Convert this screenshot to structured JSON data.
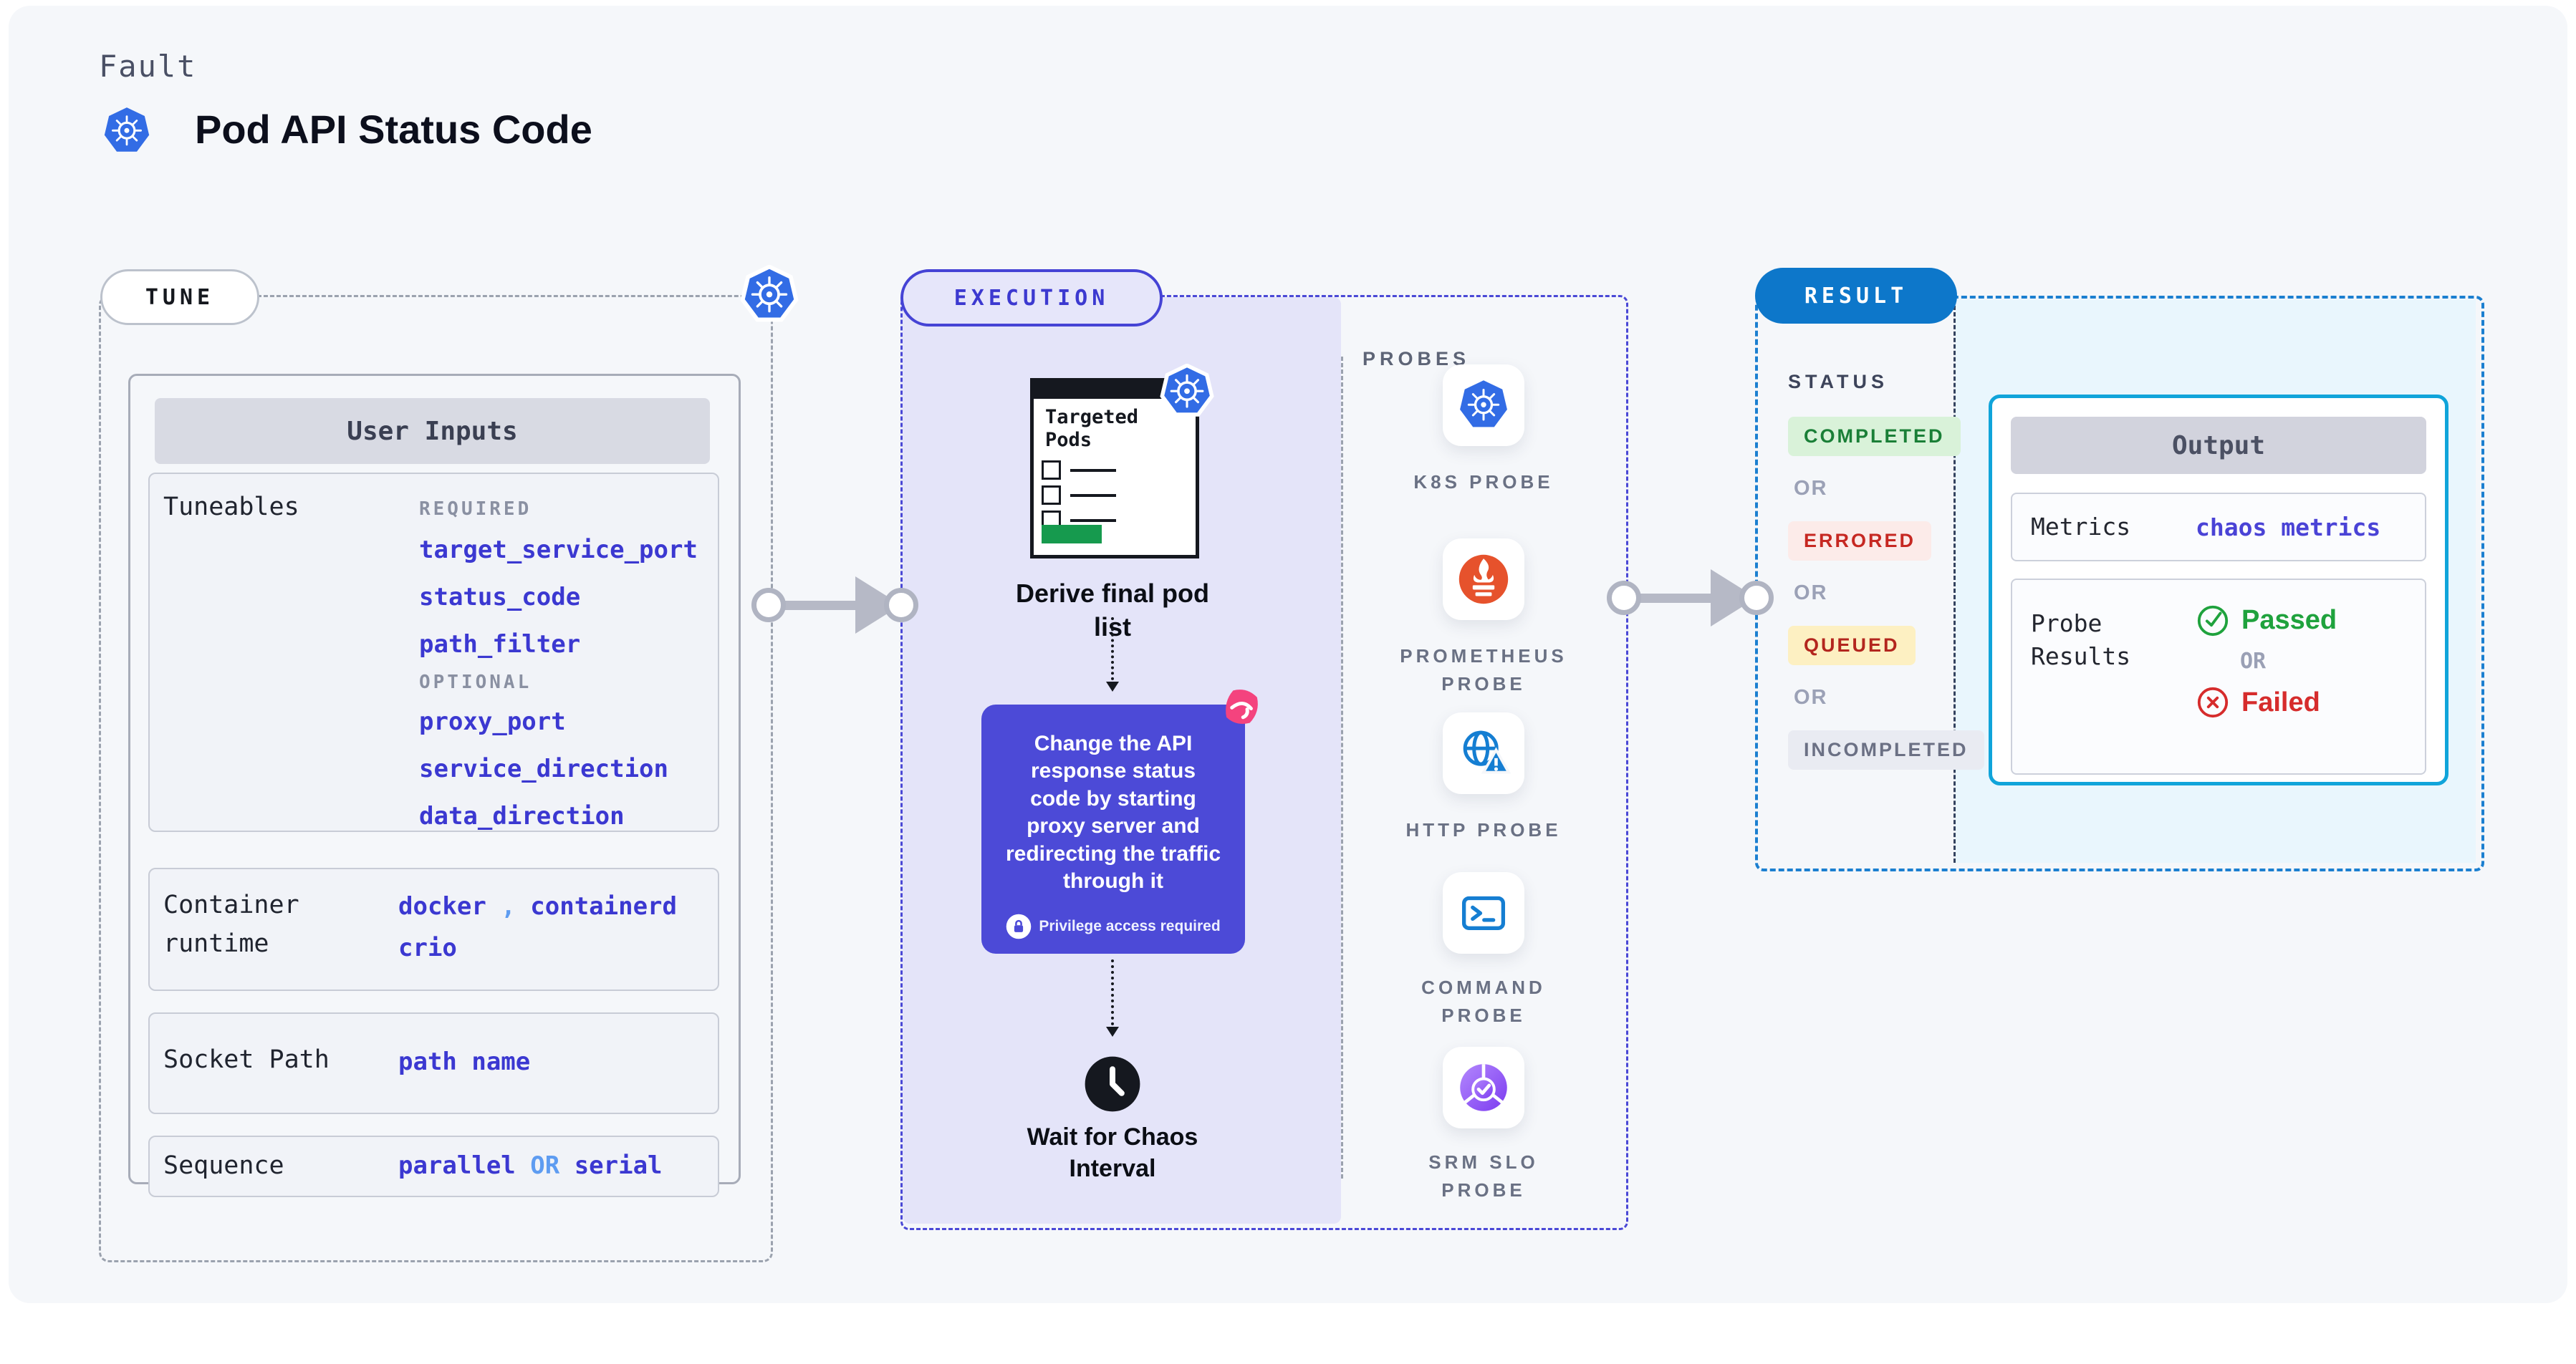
{
  "header": {
    "kicker": "Fault",
    "title": "Pod API Status Code",
    "logo_icon": "kubernetes-icon"
  },
  "tune": {
    "badge_label": "TUNE",
    "corner_icon": "kubernetes-icon",
    "user_inputs": {
      "title": "User Inputs",
      "tuneables": {
        "label": "Tuneables",
        "required_heading": "REQUIRED",
        "required_fields": [
          "target_service_port",
          "status_code",
          "path_filter"
        ],
        "optional_heading": "OPTIONAL",
        "optional_fields": [
          "proxy_port",
          "service_direction",
          "data_direction"
        ]
      },
      "container_runtime": {
        "label_line1": "Container",
        "label_line2": "runtime",
        "value_1": "docker",
        "separator": ",",
        "value_2": "containerd",
        "value_3": "crio"
      },
      "socket_path": {
        "label": "Socket Path",
        "value": "path name"
      },
      "sequence": {
        "label": "Sequence",
        "value_1": "parallel",
        "conjunction": "OR",
        "value_2": "serial"
      }
    }
  },
  "execution": {
    "badge_label": "EXECUTION",
    "targeted_pods_title": "Targeted Pods",
    "derive_step_label": "Derive final pod list",
    "action_text": "Change the API response status code by starting proxy server and redirecting the traffic through it",
    "privilege_note": "Privilege access required",
    "wait_step_label": "Wait for Chaos Interval"
  },
  "probes": {
    "heading": "PROBES",
    "items": [
      {
        "label": "K8S PROBE",
        "icon": "kubernetes-icon"
      },
      {
        "label": "PROMETHEUS PROBE",
        "icon": "prometheus-icon"
      },
      {
        "label": "HTTP PROBE",
        "icon": "http-globe-warning-icon"
      },
      {
        "label": "COMMAND PROBE",
        "icon": "terminal-icon"
      },
      {
        "label": "SRM SLO PROBE",
        "icon": "srm-slo-pie-check-icon"
      }
    ]
  },
  "result": {
    "badge_label": "RESULT",
    "status_heading": "STATUS",
    "or_label": "OR",
    "statuses": [
      {
        "label": "COMPLETED",
        "text_color": "#1a7f37",
        "bg_color": "#d9f2d9"
      },
      {
        "label": "ERRORED",
        "text_color": "#c62822",
        "bg_color": "#fcebe9"
      },
      {
        "label": "QUEUED",
        "text_color": "#b3261e",
        "bg_color": "#fdf0c2"
      },
      {
        "label": "INCOMPLETED",
        "text_color": "#6b7084",
        "bg_color": "#e9ebf2"
      }
    ],
    "output": {
      "title": "Output",
      "metrics_label": "Metrics",
      "metrics_value": "chaos metrics",
      "probe_results_label": "Probe Results",
      "passed_label": "Passed",
      "or_label": "OR",
      "failed_label": "Failed",
      "passed_color": "#1fa23d",
      "failed_color": "#d62c2c"
    }
  },
  "colors": {
    "page_background": "#f5f7fa",
    "execution_fill": "#e4e4f9",
    "execution_border": "#4a48d6",
    "action_box": "#4c4ad7",
    "result_border": "#1b7fd0",
    "result_fill": "#e9f6fd",
    "output_border": "#10a4da",
    "kubernetes_blue": "#326ce5",
    "prometheus_orange": "#e6522c",
    "value_indigo": "#3b38d1",
    "conjunction_blue": "#5e9cf1",
    "arrow_gray": "#b6b9c6",
    "pink_accent": "#f4437e"
  }
}
